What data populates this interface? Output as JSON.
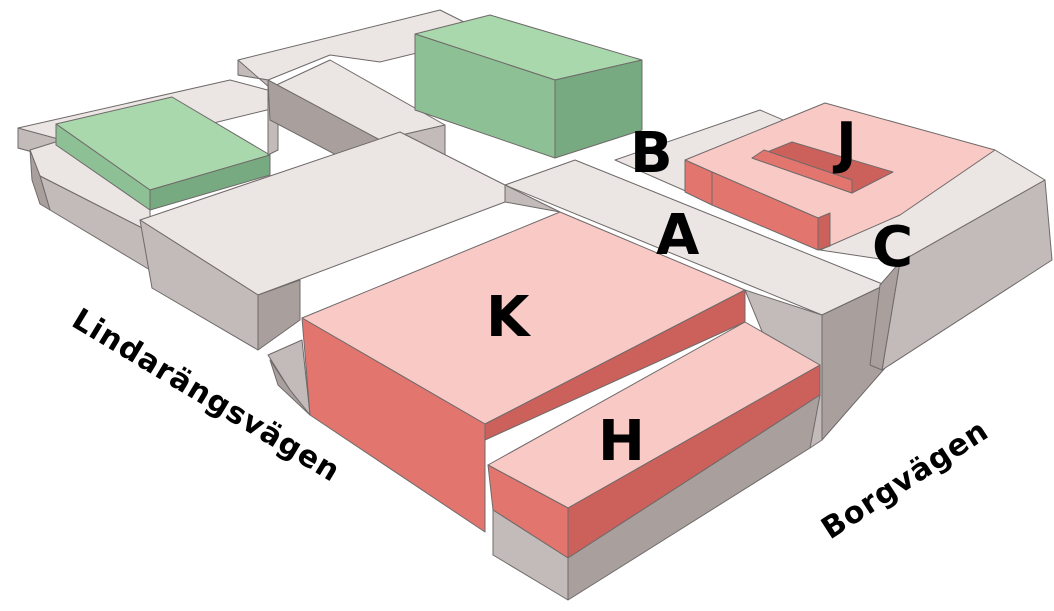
{
  "palette": {
    "existing_top": "#ebe5e3",
    "existing_side": "#c3bbb9",
    "existing_dark": "#a9a09e",
    "new_top": "#f9c9c6",
    "new_side": "#e2766f",
    "new_dark": "#cc605a",
    "green_top": "#a9d8ad",
    "green_side": "#8dc195",
    "green_dark": "#77aa80"
  },
  "labels": {
    "B": "B",
    "J": "J",
    "A": "A",
    "C": "C",
    "K": "K",
    "H": "H"
  },
  "streets": {
    "west": "Lindarängsvägen",
    "east": "Borgvägen"
  }
}
